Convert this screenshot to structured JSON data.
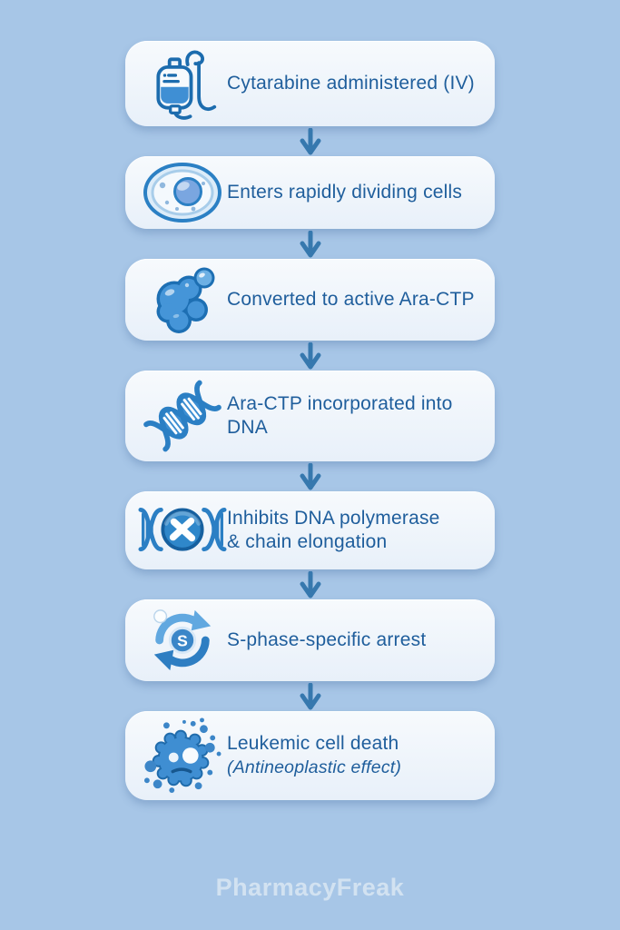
{
  "colors": {
    "background": "#a7c6e7",
    "box_fill": "#eef4fb",
    "text": "#1f5e9c",
    "arrow": "#3678ae",
    "icon_outline": "#1c6cae",
    "icon_fill": "#3f8fd4",
    "watermark": "#d9e6f3"
  },
  "steps": [
    {
      "icon": "iv-bag-icon",
      "line1": "Cytarabine administered (IV)"
    },
    {
      "icon": "cell-icon",
      "line1": "Enters rapidly dividing cells"
    },
    {
      "icon": "molecule-icon",
      "line1": "Converted to active Ara-CTP"
    },
    {
      "icon": "dna-icon",
      "line1": "Ara-CTP incorporated into DNA"
    },
    {
      "icon": "dna-blocked-icon",
      "line1": "Inhibits DNA polymerase",
      "line2": "& chain elongation"
    },
    {
      "icon": "cycle-s-phase-icon",
      "line1": "S-phase-specific arrest"
    },
    {
      "icon": "dying-cell-icon",
      "line1": "Leukemic cell death",
      "line2": "(Antineoplastic effect)"
    }
  ],
  "watermark": "PharmacyFreak"
}
